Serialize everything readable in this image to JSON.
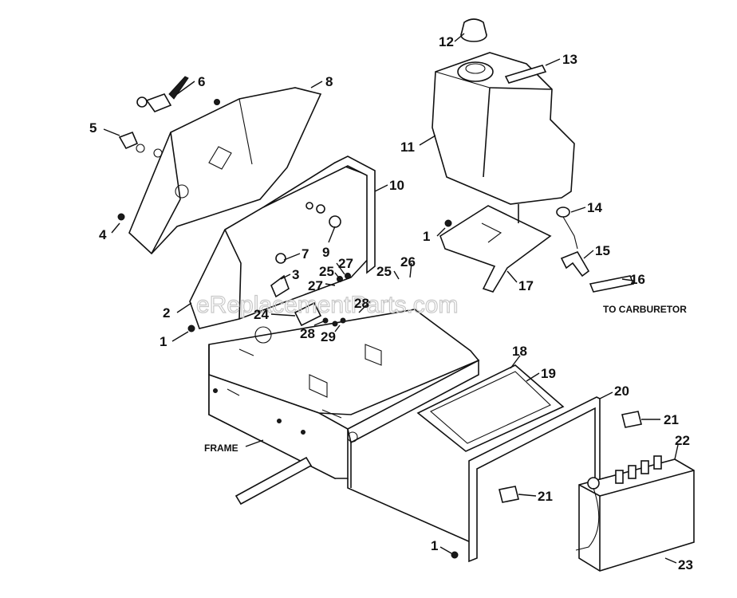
{
  "callouts": [
    {
      "id": "c12",
      "text": "12"
    },
    {
      "id": "c13",
      "text": "13"
    },
    {
      "id": "c6",
      "text": "6"
    },
    {
      "id": "c8",
      "text": "8"
    },
    {
      "id": "c5",
      "text": "5"
    },
    {
      "id": "c11",
      "text": "11"
    },
    {
      "id": "c10",
      "text": "10"
    },
    {
      "id": "c14",
      "text": "14"
    },
    {
      "id": "c4",
      "text": "4"
    },
    {
      "id": "c1a",
      "text": "1"
    },
    {
      "id": "c15",
      "text": "15"
    },
    {
      "id": "c7",
      "text": "7"
    },
    {
      "id": "c9",
      "text": "9"
    },
    {
      "id": "c27a",
      "text": "27"
    },
    {
      "id": "c25a",
      "text": "25"
    },
    {
      "id": "c25b",
      "text": "25"
    },
    {
      "id": "c26",
      "text": "26"
    },
    {
      "id": "c16",
      "text": "16"
    },
    {
      "id": "c3",
      "text": "3"
    },
    {
      "id": "c27b",
      "text": "27"
    },
    {
      "id": "c17",
      "text": "17"
    },
    {
      "id": "c2",
      "text": "2"
    },
    {
      "id": "c28a",
      "text": "28"
    },
    {
      "id": "c24",
      "text": "24"
    },
    {
      "id": "c28b",
      "text": "28"
    },
    {
      "id": "c29",
      "text": "29"
    },
    {
      "id": "c1b",
      "text": "1"
    },
    {
      "id": "c18",
      "text": "18"
    },
    {
      "id": "c19",
      "text": "19"
    },
    {
      "id": "c20",
      "text": "20"
    },
    {
      "id": "c21a",
      "text": "21"
    },
    {
      "id": "c22",
      "text": "22"
    },
    {
      "id": "c21b",
      "text": "21"
    },
    {
      "id": "c1c",
      "text": "1"
    },
    {
      "id": "c23",
      "text": "23"
    }
  ],
  "labels": {
    "to_carburetor": "TO CARBURETOR",
    "frame": "FRAME",
    "watermark": "eReplacementParts.com"
  }
}
